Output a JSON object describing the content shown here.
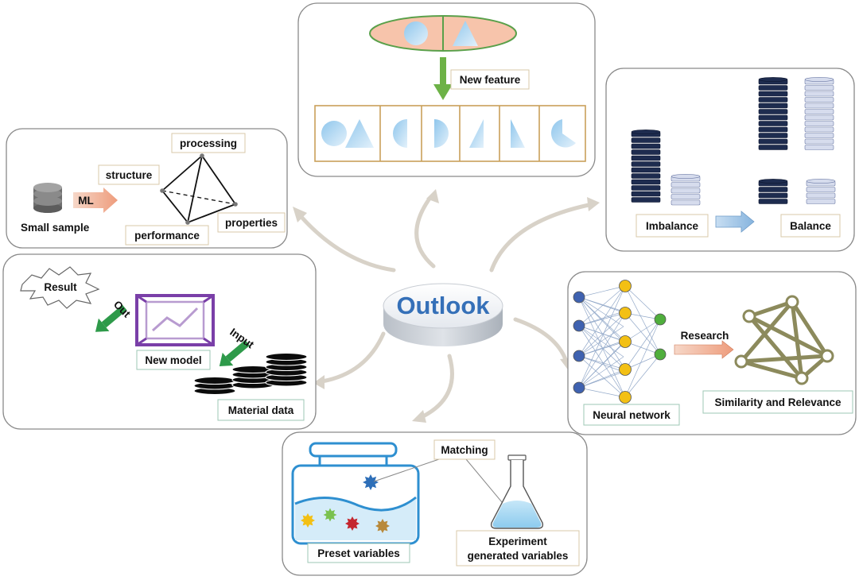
{
  "center": {
    "title": "Outlook"
  },
  "panels": {
    "features": {
      "arrow_label": "New feature"
    },
    "small_sample": {
      "labels": {
        "processing": "processing",
        "structure": "structure",
        "ml": "ML",
        "small_sample": "Small sample",
        "properties": "properties",
        "performance": "performance"
      }
    },
    "balance": {
      "imbalance": "Imbalance",
      "balance": "Balance"
    },
    "model": {
      "result": "Result",
      "out": "Out",
      "input": "Input",
      "new_model": "New model",
      "material_data": "Material data"
    },
    "neural": {
      "research": "Research",
      "neural_network": "Neural network",
      "similarity": "Similarity and Relevance"
    },
    "matching": {
      "matching": "Matching",
      "preset": "Preset variables",
      "experiment_line1": "Experiment",
      "experiment_line2": "generated variables"
    }
  },
  "colors": {
    "dark_navy": "#1e2c4f",
    "light_lavender": "#d6dced",
    "green_arrow": "#2e9a4a",
    "purple_model": "#7a3fa8",
    "node_blue": "#3f62b0",
    "node_yellow": "#f3c014",
    "node_green": "#4fae3c",
    "olive_graph": "#8c8a5c",
    "salmon": "#f2b9a0",
    "light_blue": "#aed4ee"
  },
  "icons": [
    "database-icon",
    "star-icon",
    "flask-icon",
    "beaker-tank-icon",
    "chart-frame-icon",
    "tetrahedron-icon"
  ]
}
